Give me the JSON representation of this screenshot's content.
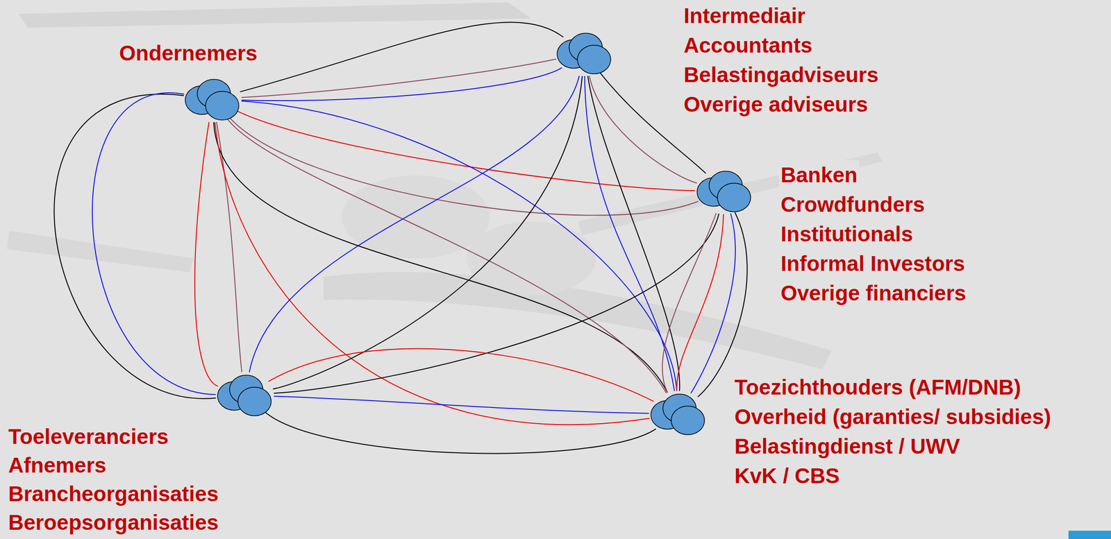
{
  "diagram": {
    "nodes": [
      {
        "text": [
          "Ondernemers"
        ]
      },
      {
        "text": [
          "Intermediair",
          "Accountants",
          "Belastingadviseurs",
          "Overige adviseurs"
        ]
      },
      {
        "text": [
          "Banken",
          "Crowdfunders",
          "Institutionals",
          "Informal Investors",
          "Overige financiers"
        ]
      },
      {
        "text": [
          "Toeleveranciers",
          "Afnemers",
          "Brancheorganisaties",
          "Beroepsorganisaties"
        ]
      },
      {
        "text": [
          "Toezichthouders (AFM/DNB)",
          "Overheid (garanties/ subsidies)",
          "Belastingdienst / UWV",
          "KvK / CBS"
        ]
      }
    ],
    "edges": [
      {
        "from": 0,
        "to": 1,
        "arrow": "none"
      },
      {
        "from": 0,
        "to": 1,
        "arrow": "none"
      },
      {
        "from": 0,
        "to": 1,
        "arrow": "none"
      },
      {
        "from": 0,
        "to": 2,
        "arrow": "none"
      },
      {
        "from": 0,
        "to": 2,
        "arrow": "none"
      },
      {
        "from": 0,
        "to": 3,
        "arrow": "none"
      },
      {
        "from": 0,
        "to": 3,
        "arrow": "none"
      },
      {
        "from": 0,
        "to": 3,
        "arrow": "none"
      },
      {
        "from": 0,
        "to": 3,
        "arrow": "none"
      },
      {
        "from": 0,
        "to": 4,
        "arrow": "none"
      },
      {
        "from": 0,
        "to": 4,
        "arrow": "none"
      },
      {
        "from": 0,
        "to": 4,
        "arrow": "none"
      },
      {
        "from": 0,
        "to": 4,
        "arrow": "none"
      },
      {
        "from": 1,
        "to": 2,
        "arrow": "none"
      },
      {
        "from": 1,
        "to": 2,
        "arrow": "none"
      },
      {
        "from": 1,
        "to": 3,
        "arrow": "none"
      },
      {
        "from": 1,
        "to": 3,
        "arrow": "none"
      },
      {
        "from": 1,
        "to": 4,
        "arrow": "none"
      },
      {
        "from": 1,
        "to": 4,
        "arrow": "none"
      },
      {
        "from": 2,
        "to": 3,
        "arrow": "none"
      },
      {
        "from": 2,
        "to": 4,
        "arrow": "none"
      },
      {
        "from": 2,
        "to": 4,
        "arrow": "none"
      },
      {
        "from": 2,
        "to": 4,
        "arrow": "none"
      },
      {
        "from": 2,
        "to": 4,
        "arrow": "none"
      },
      {
        "from": 3,
        "to": 4,
        "arrow": "none"
      },
      {
        "from": 3,
        "to": 4,
        "arrow": "none"
      },
      {
        "from": 3,
        "to": 4,
        "arrow": "none"
      }
    ]
  }
}
